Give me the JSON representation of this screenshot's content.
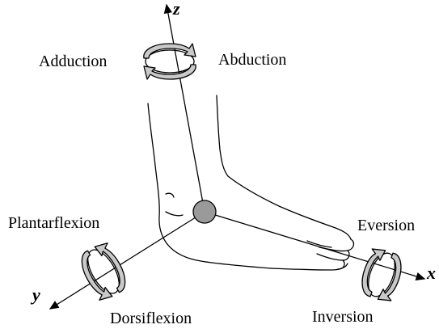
{
  "axes": {
    "z": "z",
    "x": "x",
    "y": "y"
  },
  "motions": {
    "z_left": "Adduction",
    "z_right": "Abduction",
    "y_top": "Plantarflexion",
    "y_bottom": "Dorsiflexion",
    "x_top": "Eversion",
    "x_bottom": "Inversion"
  },
  "colors": {
    "joint_fill": "#9a9a9a",
    "arrow_fill": "#c9c9c9",
    "line": "#000000"
  }
}
